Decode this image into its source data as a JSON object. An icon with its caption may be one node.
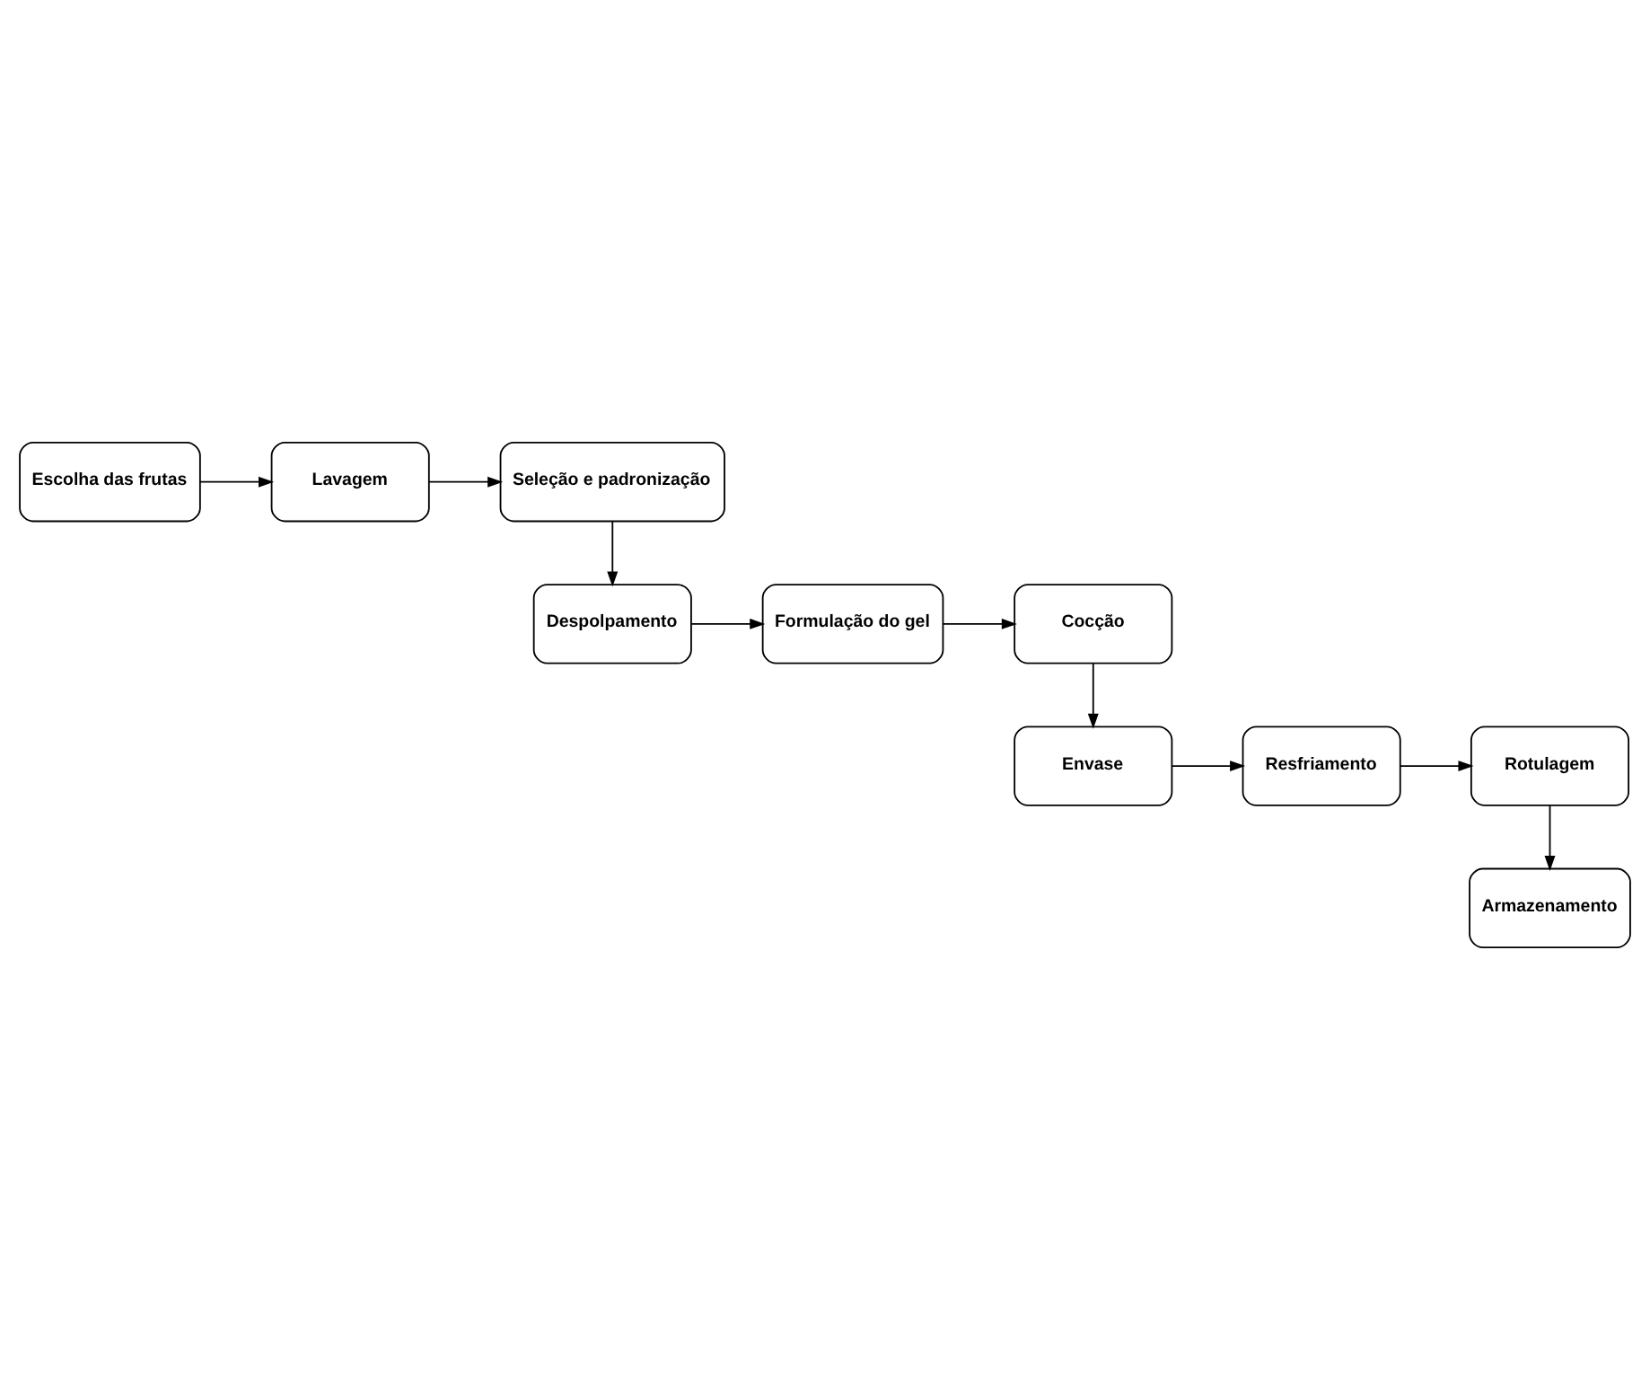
{
  "diagram": {
    "nodes": [
      {
        "text": [
          "Escolha das frutas"
        ]
      },
      {
        "text": [
          "Lavagem"
        ]
      },
      {
        "text": [
          "Seleção e padronização"
        ]
      },
      {
        "text": [
          "Cocção"
        ]
      },
      {
        "text": [
          "Formulação do gel"
        ]
      },
      {
        "text": [
          "Despolpamento"
        ]
      },
      {
        "text": [
          "Envase"
        ]
      },
      {
        "text": [
          "Resfriamento"
        ]
      },
      {
        "text": [
          "Rotulagem"
        ]
      },
      {
        "text": [
          "Armazenamento"
        ]
      }
    ],
    "edges": [
      {
        "from": 0,
        "to": 1,
        "arrow": "to"
      },
      {
        "from": 1,
        "to": 2,
        "arrow": "to"
      },
      {
        "from": 2,
        "to": 5,
        "arrow": "to"
      },
      {
        "from": 5,
        "to": 4,
        "arrow": "to"
      },
      {
        "from": 4,
        "to": 3,
        "arrow": "to"
      },
      {
        "from": 3,
        "to": 6,
        "arrow": "to"
      },
      {
        "from": 6,
        "to": 7,
        "arrow": "to"
      },
      {
        "from": 7,
        "to": 8,
        "arrow": "to"
      },
      {
        "from": 8,
        "to": 9,
        "arrow": "to"
      }
    ]
  }
}
